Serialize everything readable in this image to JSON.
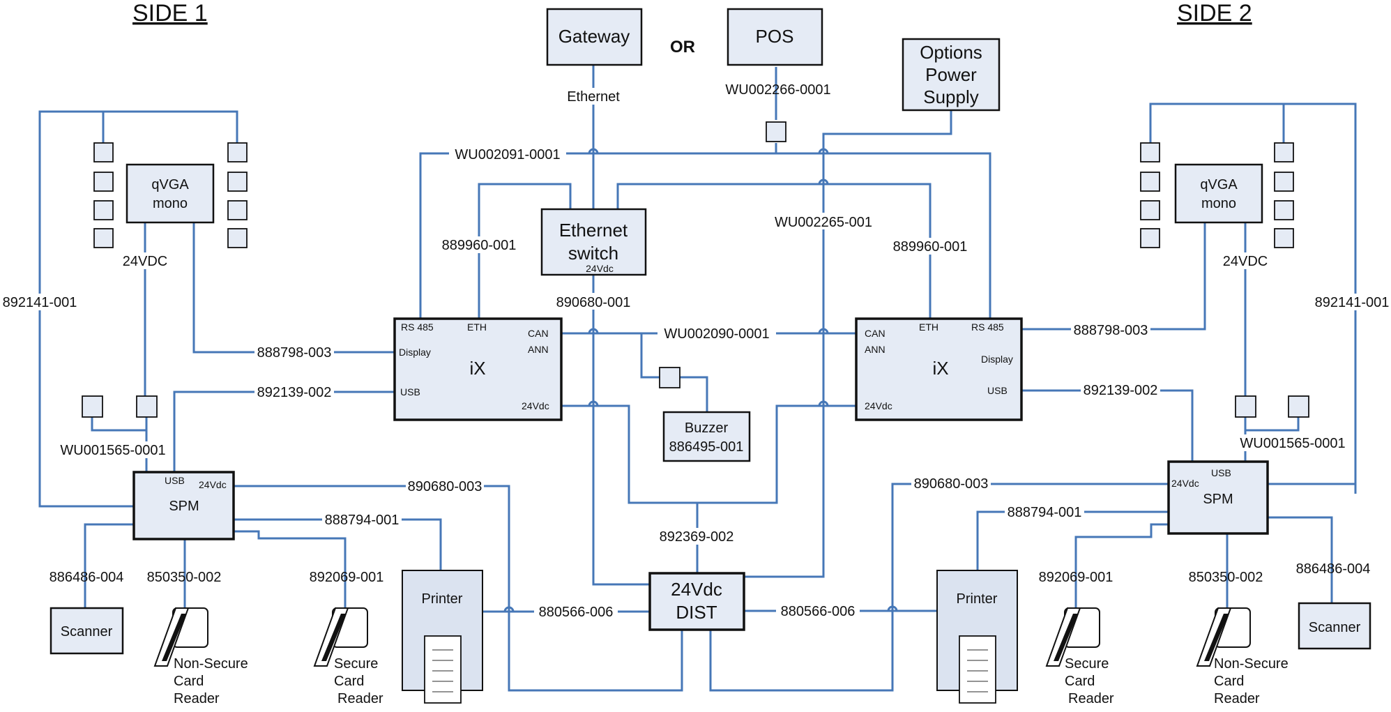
{
  "sides": {
    "left": "SIDE 1",
    "right": "SIDE 2"
  },
  "top": {
    "gateway": "Gateway",
    "or": "OR",
    "pos": "POS",
    "options_power_supply": [
      "Options",
      "Power",
      "Supply"
    ],
    "ethernet": "Ethernet",
    "pos_cable": "WU002266-0001"
  },
  "center": {
    "ethernet_switch": [
      "Ethernet",
      "switch"
    ],
    "switch_power": "24Vdc",
    "buzzer": [
      "Buzzer",
      "886495-001"
    ],
    "dist": [
      "24Vdc",
      "DIST"
    ]
  },
  "ix": {
    "title": "iX",
    "rs485": "RS 485",
    "eth": "ETH",
    "can": "CAN",
    "ann": "ANN",
    "display": "Display",
    "usb": "USB",
    "power": "24Vdc"
  },
  "spm": {
    "title": "SPM",
    "usb": "USB",
    "power": "24Vdc"
  },
  "qvga": [
    "qVGA",
    "mono"
  ],
  "power_24vdc": "24VDC",
  "printer": "Printer",
  "scanner": "Scanner",
  "readers": {
    "non_secure": [
      "Non-Secure",
      "Card",
      "Reader"
    ],
    "secure": [
      "Secure",
      "Card",
      "Reader"
    ]
  },
  "cables": {
    "rs485_link": "WU002091-0001",
    "can_link": "WU002090-0001",
    "options_power": "WU002265-001",
    "eth_left": "889960-001",
    "eth_right": "889960-001",
    "switch_power": "890680-001",
    "display_left": "888798-003",
    "display_right": "888798-003",
    "usb_left": "892139-002",
    "usb_right": "892139-002",
    "spm_aux_left": "892141-001",
    "spm_aux_right": "892141-001",
    "keypad_left": "WU001565-0001",
    "keypad_right": "WU001565-0001",
    "spm_power_left": "890680-003",
    "spm_power_right": "890680-003",
    "printer_data_left": "888794-001",
    "printer_data_right": "888794-001",
    "secure_reader_left": "892069-001",
    "secure_reader_right": "892069-001",
    "nonsecure_reader_left": "850350-002",
    "nonsecure_reader_right": "850350-002",
    "scanner_left": "886486-004",
    "scanner_right": "886486-004",
    "dist_input": "892369-002",
    "printer_power_left": "880566-006",
    "printer_power_right": "880566-006"
  }
}
